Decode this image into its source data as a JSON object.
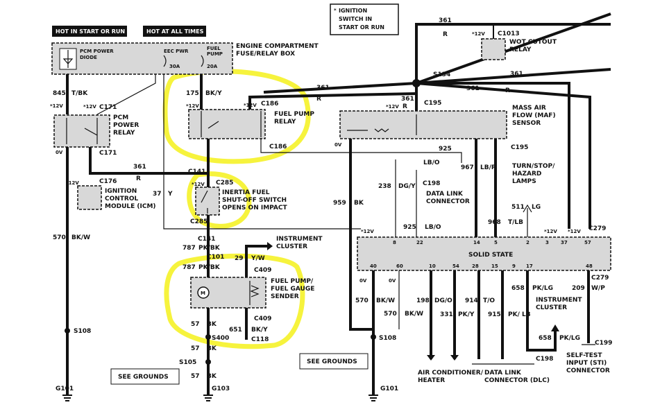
{
  "headers": {
    "hot_start_run": "HOT IN START OR RUN",
    "hot_all_times": "HOT AT ALL TIMES"
  },
  "ignition_note": [
    "IGNITION",
    "SWITCH IN",
    "START OR RUN"
  ],
  "fuse_box": {
    "title": [
      "ENGINE COMPARTMENT",
      "FUSE/RELAY BOX"
    ],
    "pcm_power_diode": [
      "PCM POWER",
      "DIODE"
    ],
    "eec_pwr": "EEC PWR",
    "fuel_pump": [
      "FUEL",
      "PUMP"
    ],
    "f30": "30A",
    "f20": "20A"
  },
  "components": {
    "pcm_relay": [
      "PCM",
      "POWER",
      "RELAY"
    ],
    "fuel_pump_relay": [
      "FUEL PUMP",
      "RELAY"
    ],
    "maf": [
      "MASS AIR",
      "FLOW (MAF)",
      "SENSOR"
    ],
    "wot": [
      "WOT CUTOUT",
      "RELAY"
    ],
    "icm": [
      "IGNITION",
      "CONTROL",
      "MODULE (ICM)"
    ],
    "inertia": [
      "INERTIA FUEL",
      "SHUT-OFF SWITCH",
      "OPENS ON IMPACT"
    ],
    "instrument_cluster_top": [
      "INSTRUMENT",
      "CLUSTER"
    ],
    "fuel_sender": [
      "FUEL PUMP/",
      "FUEL GAUGE",
      "SENDER"
    ],
    "solid_state": "SOLID STATE",
    "data_link": [
      "DATA LINK",
      "CONNECTOR"
    ],
    "turn_stop": [
      "TURN/STOP/",
      "HAZARD",
      "LAMPS"
    ],
    "instrument_cluster_right": [
      "INSTRUMENT",
      "CLUSTER"
    ],
    "self_test": [
      "SELF-TEST",
      "INPUT (STI)",
      "CONNECTOR"
    ],
    "ac_heater": [
      "AIR CONDITIONER/",
      "HEATER"
    ],
    "dlc": [
      "DATA LINK",
      "CONNECTOR (DLC)"
    ],
    "see_grounds_1": "SEE GROUNDS",
    "see_grounds_2": "SEE GROUNDS"
  },
  "connectors": {
    "c1013": "C1013",
    "c171a": "C171",
    "c171b": "C171",
    "c186a": "C186",
    "c186b": "C186",
    "c195a": "C195",
    "c195b": "C195",
    "c141a": "C141",
    "c141b": "C141",
    "c285a": "C285",
    "c285b": "C285",
    "c176": "C176",
    "c198a": "C198",
    "c198b": "C198",
    "c101": "C101",
    "c409a": "C409",
    "c409b": "C409",
    "c118": "C118",
    "c279a": "C279",
    "c279b": "C279",
    "c199": "C199",
    "s134": "S134",
    "s108a": "S108",
    "s108b": "S108",
    "s400": "S400",
    "s105": "S105",
    "g101a": "G101",
    "g101b": "G101",
    "g103": "G103"
  },
  "wires": {
    "w845": "845",
    "tbk": "T/BK",
    "w175": "175",
    "bky": "BK/Y",
    "w361a": "361",
    "w361b": "361",
    "w361c": "361",
    "w361d": "361",
    "w361e": "361",
    "w361f": "361",
    "r1": "R",
    "r2": "R",
    "r3": "R",
    "r4": "R",
    "r5": "R",
    "w37": "37",
    "y": "Y",
    "w570": "570",
    "bkw": "BK/W",
    "w787a": "787",
    "pkbka": "PK/BK",
    "w787b": "787",
    "pkbkb": "PK/BK",
    "w29": "29",
    "yw": "Y/W",
    "w57a": "57",
    "bka": "BK",
    "w57b": "57",
    "bkb": "BK",
    "w57c": "57",
    "bkc": "BK",
    "w651": "651",
    "bky2": "BK/Y",
    "w925a": "925",
    "lbo1": "LB/O",
    "w238": "238",
    "dgy": "DG/Y",
    "w925b": "925",
    "lbo2": "LB/O",
    "w967": "967",
    "lbr": "LB/R",
    "w959": "959",
    "bk959": "BK",
    "w511": "511",
    "lg": "LG",
    "w968": "968",
    "tlb": "T/LB",
    "w570b": "570",
    "bkw2": "BK/W",
    "w570c": "570",
    "bkw3": "BK/W",
    "w198": "198",
    "dgo": "DG/O",
    "w331": "331",
    "pky": "PK/Y",
    "w914": "914",
    "to": "T/O",
    "w915": "915",
    "pklb": "PK/ LB",
    "w658": "658",
    "pklg": "PK/LG",
    "w209": "209",
    "wp": "W/P",
    "w658b": "658",
    "pklg2": "PK/LG",
    "v12": "*12V",
    "v0": "0V"
  },
  "pins": [
    "40",
    "60",
    "10",
    "54",
    "28",
    "15",
    "9",
    "17",
    "48"
  ],
  "pins_top": [
    "8",
    "22",
    "14",
    "5",
    "2",
    "3",
    "37",
    "57"
  ]
}
